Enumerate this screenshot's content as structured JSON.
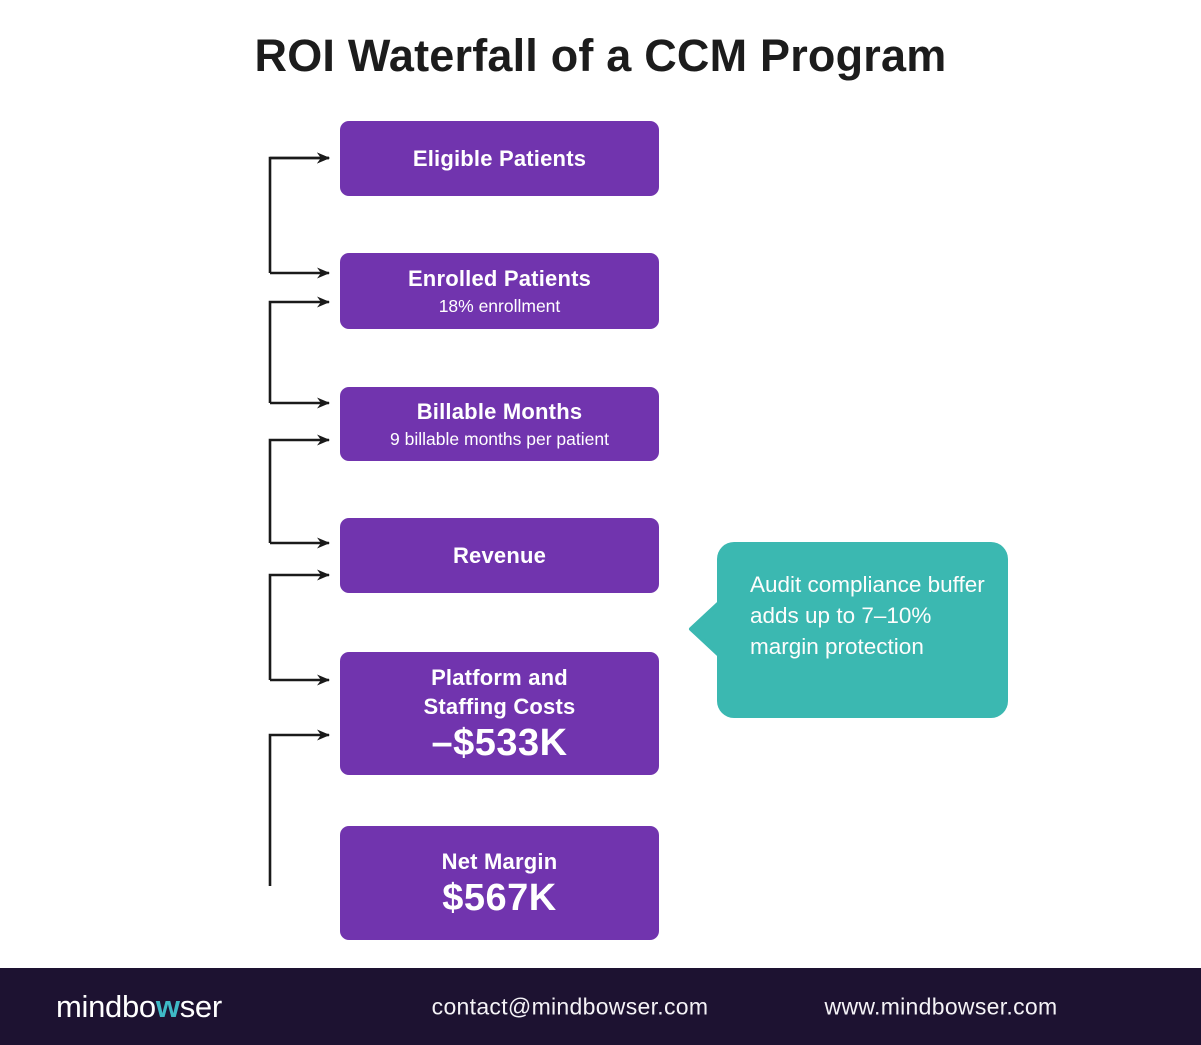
{
  "title": "ROI Waterfall of a CCM Program",
  "flow": {
    "boxes": [
      {
        "title": "Eligible Patients"
      },
      {
        "title": "Enrolled Patients",
        "subtitle": "18% enrollment"
      },
      {
        "title": "Billable Months",
        "subtitle": "9 billable months per patient"
      },
      {
        "title": "Revenue"
      },
      {
        "title": "Platform and Staffing Costs",
        "value": "–$533K"
      },
      {
        "title": "Net Margin",
        "value": "$567K"
      }
    ]
  },
  "callout": {
    "text": "Audit compliance buffer adds up to 7–10% margin protection"
  },
  "footer": {
    "logo": {
      "prefix": "mindbo",
      "accent": "w",
      "suffix": "ser"
    },
    "email": "contact@mindbowser.com",
    "website": "www.mindbowser.com"
  },
  "colors": {
    "box_purple": "#7134AE",
    "callout_teal": "#3BB8B1",
    "footer_bg": "#1D1231",
    "arrow_black": "#1A1A1A",
    "logo_accent_teal": "#3FB9C6",
    "title_text": "#1C1C1C"
  }
}
